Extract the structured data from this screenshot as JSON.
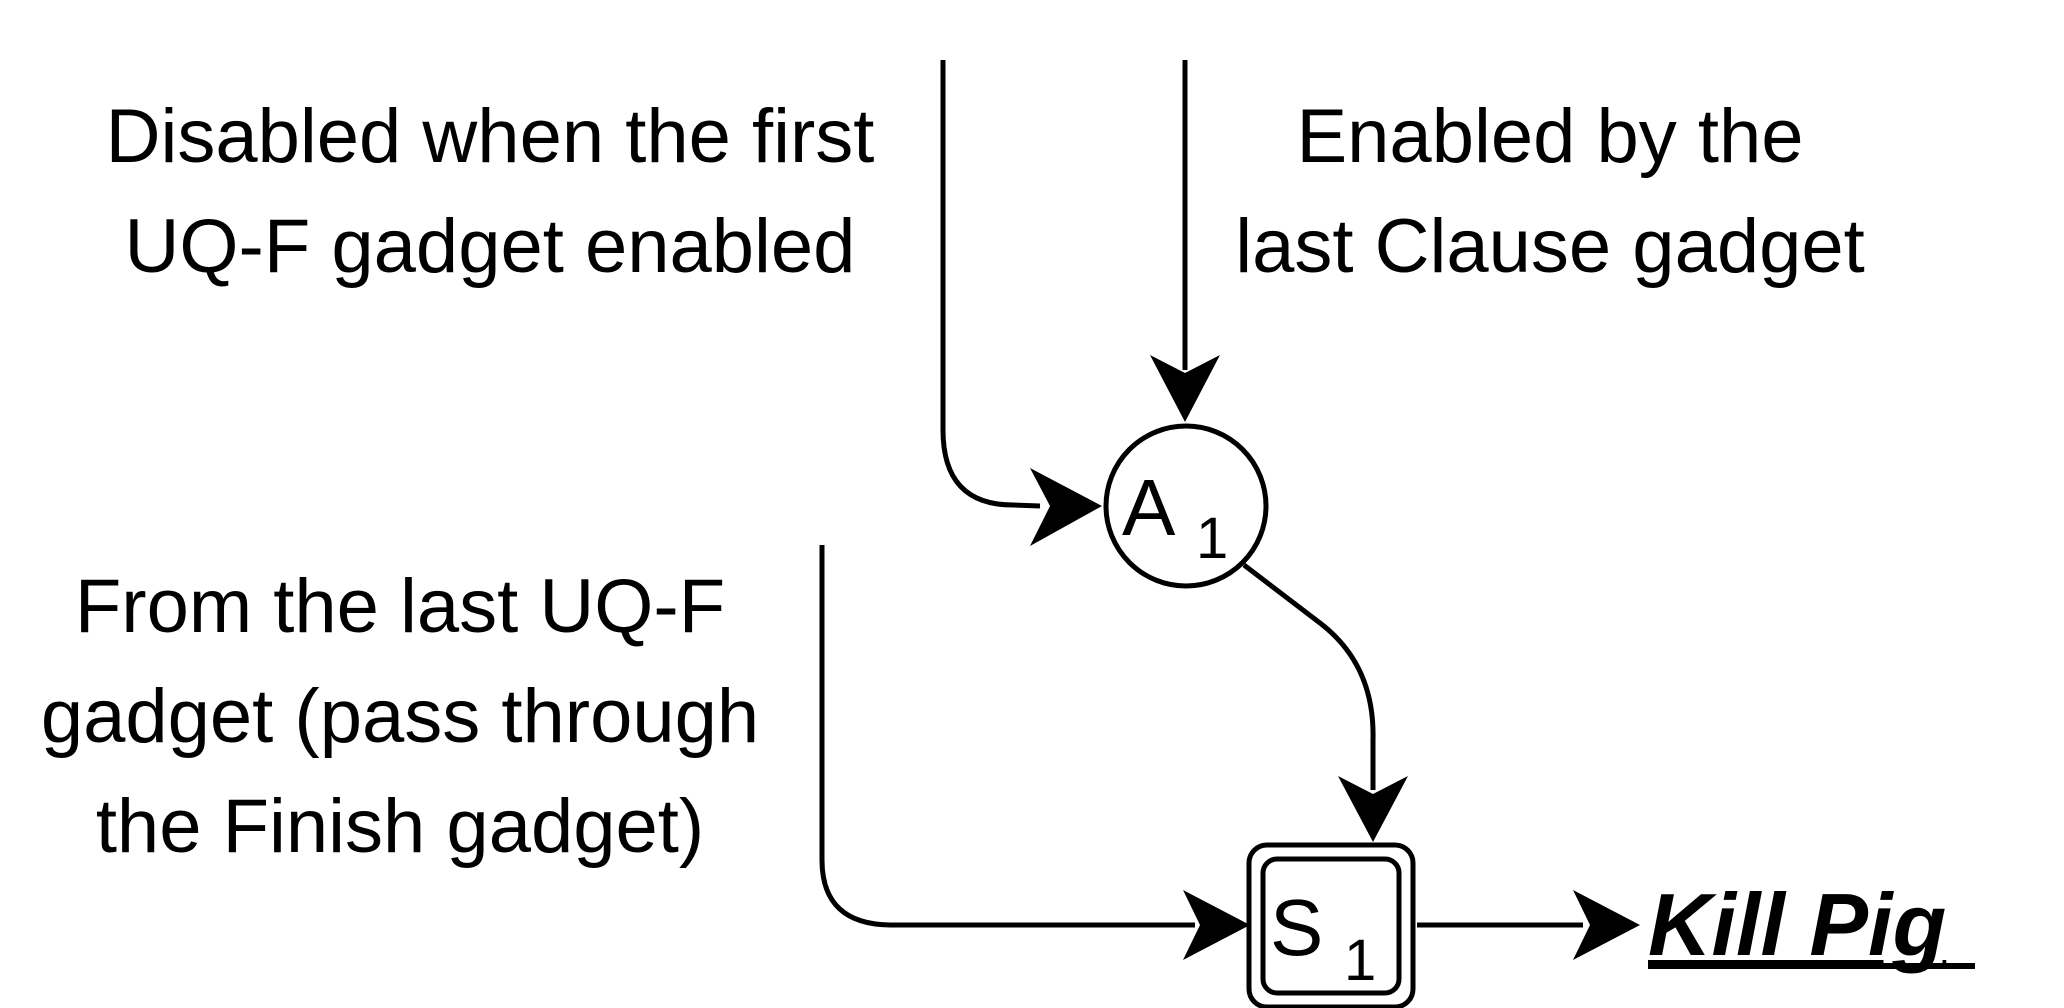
{
  "labels": {
    "disabled_line1": "Disabled when the first",
    "disabled_line2": "UQ-F gadget enabled",
    "enabled_line1": "Enabled by the",
    "enabled_line2": "last Clause gadget",
    "from_line1": "From the last UQ-F",
    "from_line2": "gadget (pass through",
    "from_line3": "the Finish gadget)"
  },
  "nodes": {
    "a1": {
      "letter": "A",
      "subscript": "1",
      "shape": "circle"
    },
    "s1": {
      "letter": "S",
      "subscript": "1",
      "shape": "double-rounded-square"
    }
  },
  "target": {
    "label": "Kill Pig"
  },
  "colors": {
    "stroke": "#000000",
    "background": "#ffffff"
  }
}
